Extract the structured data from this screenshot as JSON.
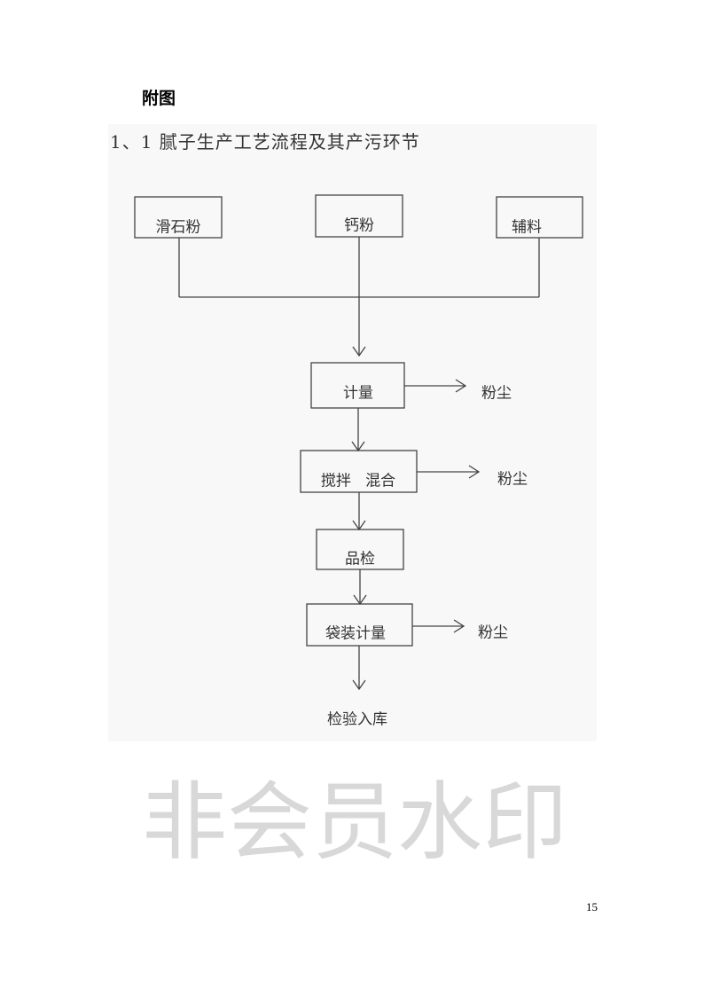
{
  "heading": "附图",
  "title": "1、1 腻子生产工艺流程及其产污环节",
  "inputs": [
    "滑石粉",
    "钙粉",
    "辅料"
  ],
  "steps": [
    "计量",
    "搅拌   混合",
    "品检",
    "袋装计量"
  ],
  "emission": "粉尘",
  "final": "检验入库",
  "watermark": "非会员水印",
  "page_number": "15"
}
